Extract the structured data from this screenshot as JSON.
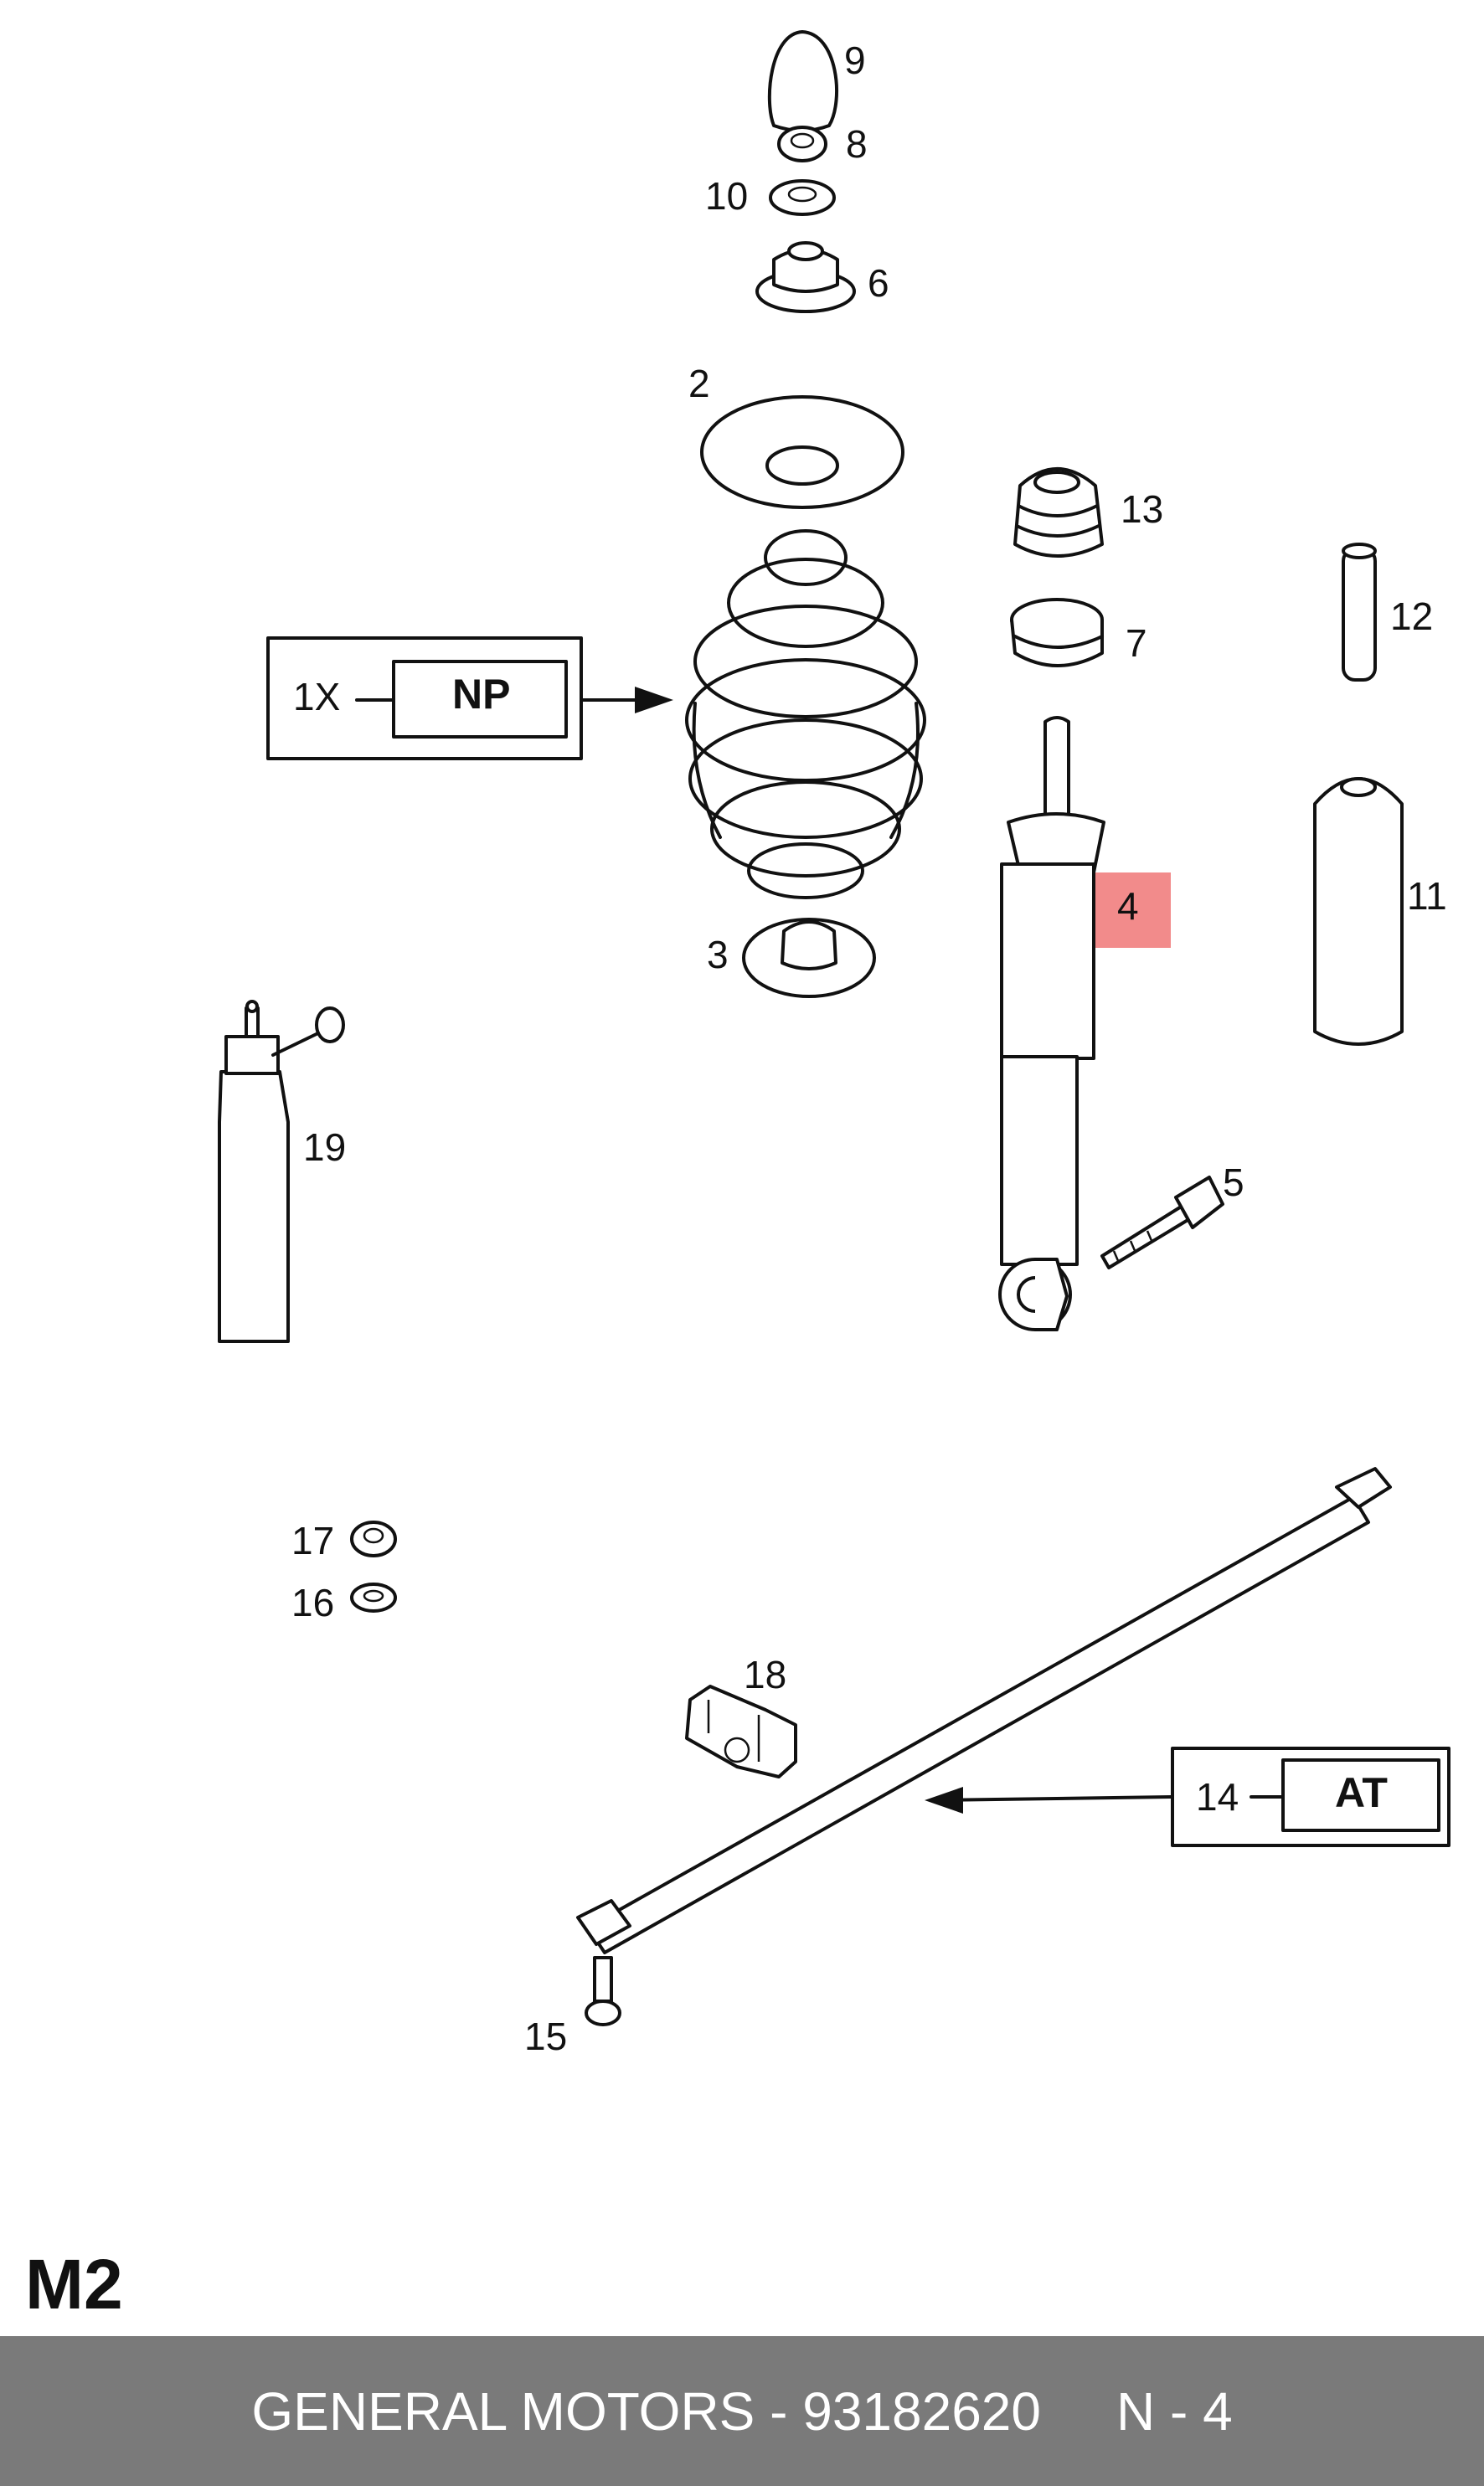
{
  "diagram": {
    "callouts": [
      {
        "id": "c1",
        "text": "1"
      },
      {
        "id": "c2",
        "text": "2"
      },
      {
        "id": "c3",
        "text": "3"
      },
      {
        "id": "c4",
        "text": "4"
      },
      {
        "id": "c5",
        "text": "5"
      },
      {
        "id": "c6",
        "text": "6"
      },
      {
        "id": "c7",
        "text": "7"
      },
      {
        "id": "c8",
        "text": "8"
      },
      {
        "id": "c9",
        "text": "9"
      },
      {
        "id": "c10",
        "text": "10"
      },
      {
        "id": "c11",
        "text": "11"
      },
      {
        "id": "c12",
        "text": "12"
      },
      {
        "id": "c13",
        "text": "13"
      },
      {
        "id": "c14",
        "text": "14"
      },
      {
        "id": "c15",
        "text": "15"
      },
      {
        "id": "c16",
        "text": "16"
      },
      {
        "id": "c17",
        "text": "17"
      },
      {
        "id": "c18",
        "text": "18"
      },
      {
        "id": "c19",
        "text": "19"
      }
    ],
    "spring_box": {
      "qty": "1X",
      "code": "NP"
    },
    "bar_box": {
      "qty": "14",
      "code": "AT"
    },
    "highlight": {
      "part": "4",
      "color": "#f28b8b"
    }
  },
  "section_code": "M2",
  "footer": {
    "brand_part": "GENERAL MOTORS - 93182620",
    "ref": "N - 4",
    "background": "#7a7a7a"
  }
}
